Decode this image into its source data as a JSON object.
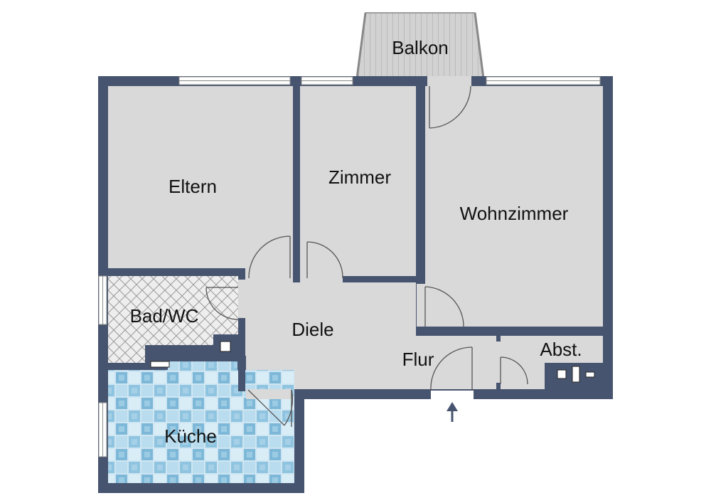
{
  "rooms": {
    "balkon": "Balkon",
    "eltern": "Eltern",
    "zimmer": "Zimmer",
    "wohnzimmer": "Wohnzimmer",
    "bad": "Bad/WC",
    "diele": "Diele",
    "flur": "Flur",
    "abst": "Abst.",
    "kueche": "Küche"
  },
  "entrance": "entrance-arrow",
  "colors": {
    "wall": "#47546f",
    "floor": "#d9d9d9",
    "balcony": "#cfcfcf",
    "window": "#ffffff",
    "tile_bad": "#e6e6e6",
    "tile_kueche": "#a9d3e8",
    "door_line": "#555555"
  }
}
